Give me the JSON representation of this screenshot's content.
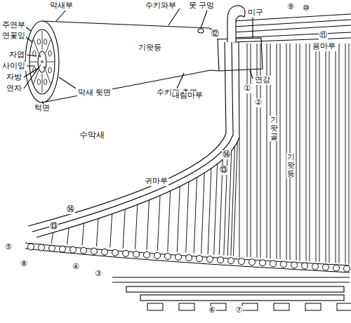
{
  "diagram": {
    "labels": [
      "막새부",
      "수키와부",
      "못 구멍",
      "미구",
      "주연부",
      "연꽃잎",
      "자엽",
      "사이잎",
      "자방",
      "연자",
      "턱면",
      "막새 뒷면",
      "수키와 측면",
      "연강",
      "기왓등",
      "수막새",
      "내림마루",
      "귀마루",
      "용마루",
      "⑫",
      "⑨",
      "⑩",
      "⑪",
      "①",
      "②",
      "기왓골",
      "기왓등",
      "⑭",
      "⑬",
      "⑭",
      "⑬",
      "⑤",
      "⑧",
      "④",
      "③",
      "⑥",
      "⑦"
    ]
  }
}
